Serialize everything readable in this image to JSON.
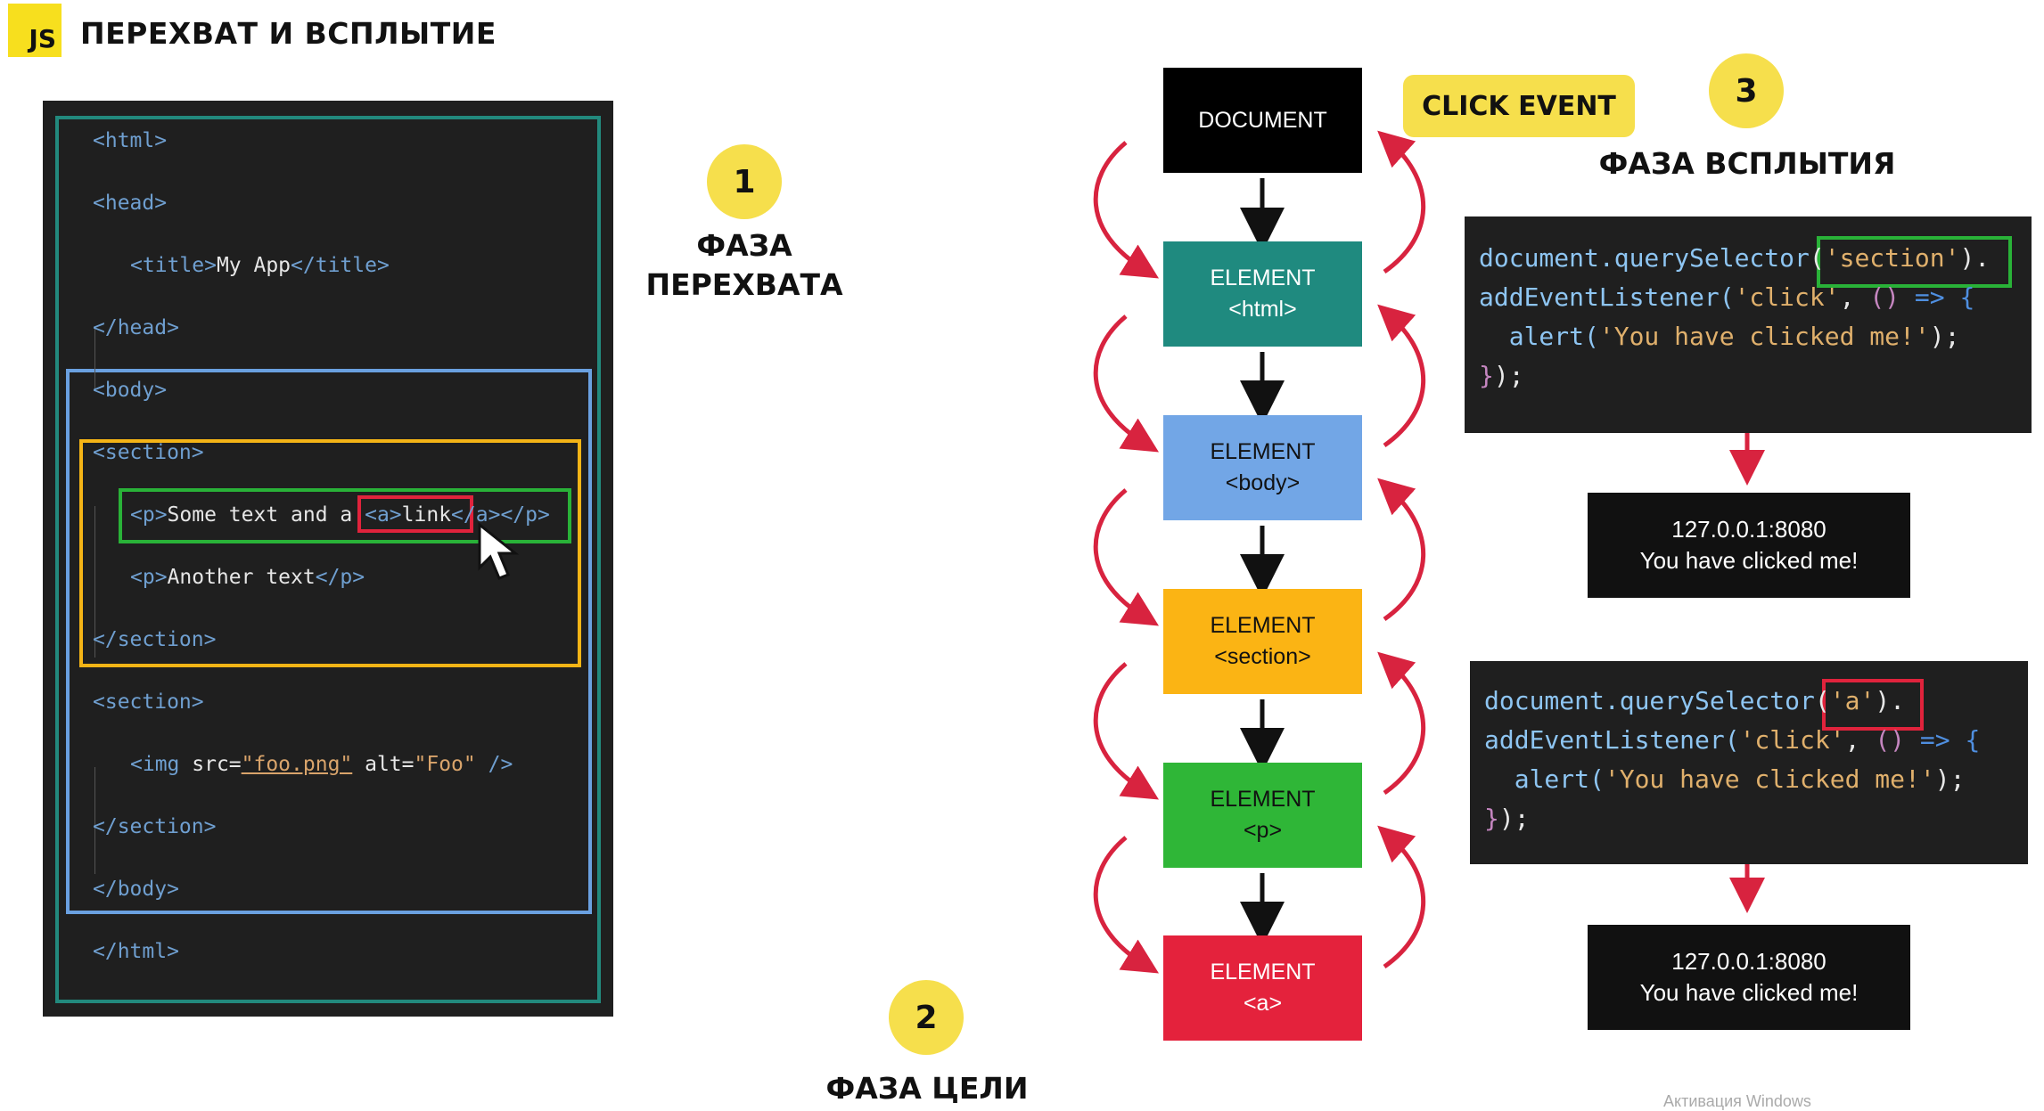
{
  "header": {
    "logo_text": "JS",
    "title": "ПЕРЕХВАТ И ВСПЛЫТИЕ"
  },
  "code_panel": {
    "lines": {
      "l1": [
        "<html>"
      ],
      "l2": [
        "<head>"
      ],
      "l3": [
        "<title>",
        "My App",
        "</title>"
      ],
      "l4": [
        "</head>"
      ],
      "l5": [
        "<body>"
      ],
      "l6": [
        "<section>"
      ],
      "l7": [
        "<p>",
        "Some text and a ",
        "<a>",
        "link",
        "</a>",
        "</p>"
      ],
      "l8": [
        "<p>",
        "Another text",
        "</p>"
      ],
      "l9": [
        "</section>"
      ],
      "l10": [
        "<section>"
      ],
      "l11": [
        "<img ",
        "src=",
        "\"foo.png\"",
        " alt=",
        "\"Foo\"",
        " />"
      ],
      "l12": [
        "</section>"
      ],
      "l13": [
        "</body>"
      ],
      "l14": [
        "</html>"
      ]
    },
    "frame_colors": {
      "html": "#22897d",
      "body": "#6aa0e0",
      "section": "#f4b416",
      "p": "#29b238",
      "a": "#e0233c"
    }
  },
  "phases": [
    {
      "number": "1",
      "title_line1": "ФАЗА",
      "title_line2": "ПЕРЕХВАТА"
    },
    {
      "number": "2",
      "title_line1": "ФАЗА ЦЕЛИ"
    },
    {
      "number": "3",
      "title_line1": "ФАЗА ВСПЛЫТИЯ"
    }
  ],
  "click_event_label": "CLICK EVENT",
  "nodes": [
    {
      "line1": "DOCUMENT",
      "line2": "",
      "bg": "#000000",
      "fg": "#ffffff"
    },
    {
      "line1": "ELEMENT",
      "line2": "<html>",
      "bg": "#1f8a7f",
      "fg": "#ffffff"
    },
    {
      "line1": "ELEMENT",
      "line2": "<body>",
      "bg": "#72a6e6",
      "fg": "#111111"
    },
    {
      "line1": "ELEMENT",
      "line2": "<section>",
      "bg": "#fbb414",
      "fg": "#111111"
    },
    {
      "line1": "ELEMENT",
      "line2": "<p>",
      "bg": "#2fb637",
      "fg": "#111111"
    },
    {
      "line1": "ELEMENT",
      "line2": "<a>",
      "bg": "#e4223c",
      "fg": "#ffffff"
    }
  ],
  "snippets": [
    {
      "line1": {
        "a": "document.querySelector",
        "b": "(",
        "c": "'section'",
        "d": ").",
        "e": ""
      },
      "line2": {
        "a": "addEventListener(",
        "b": "'click'",
        "c": ", ",
        "d": "()",
        "e": " => {"
      },
      "line3": {
        "a": "  alert(",
        "b": "'You have clicked me!'",
        "c": ");"
      },
      "line4": {
        "a": "}",
        "b": ");"
      }
    },
    {
      "line1": {
        "a": "document.querySelector",
        "b": "(",
        "c": "'a'",
        "d": ").",
        "e": ""
      },
      "line2": {
        "a": "addEventListener(",
        "b": "'click'",
        "c": ", ",
        "d": "()",
        "e": " => {"
      },
      "line3": {
        "a": "  alert(",
        "b": "'You have clicked me!'",
        "c": ");"
      },
      "line4": {
        "a": "}",
        "b": ");"
      }
    }
  ],
  "alerts": [
    {
      "line1": "127.0.0.1:8080",
      "line2": "You have clicked me!"
    },
    {
      "line1": "127.0.0.1:8080",
      "line2": "You have clicked me!"
    }
  ],
  "watermark": "Активация Windows",
  "colors": {
    "badge_yellow": "#f6df4c",
    "curve_red": "#d8233f",
    "code_bg": "#1f1f1f"
  }
}
